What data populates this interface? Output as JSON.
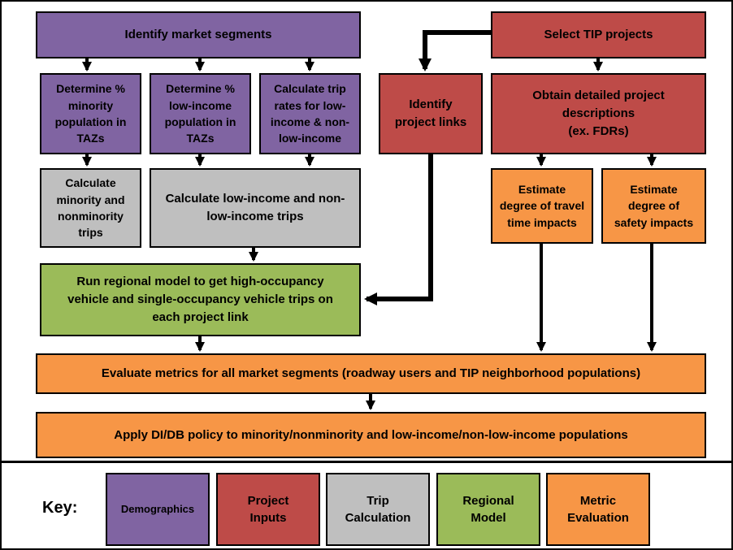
{
  "colors": {
    "demographics_purple": "#8064A2",
    "project_inputs_red": "#BE4B48",
    "trip_calculation_gray": "#BFBFBF",
    "regional_model_green": "#9BBB59",
    "metric_evaluation_orange": "#F79646",
    "line": "#000000",
    "background": "#FFFFFF"
  },
  "boxes": {
    "identify_market_segments": "Identify market segments",
    "select_tip_projects": "Select TIP projects",
    "determine_minority": "Determine %\nminority\npopulation in\nTAZs",
    "determine_low_income": "Determine %\nlow-income\npopulation in\nTAZs",
    "calculate_trip_rates": "Calculate trip\nrates for low-\nincome & non-\nlow-income",
    "identify_project_links": "Identify\nproject links",
    "obtain_descriptions": "Obtain detailed project\ndescriptions\n(ex. FDRs)",
    "calculate_minority_trips": "Calculate\nminority and\nnonminority\ntrips",
    "calculate_low_income_trips": "Calculate low-income and non-\nlow-income trips",
    "estimate_travel_time": "Estimate\ndegree of travel\ntime impacts",
    "estimate_safety": "Estimate\ndegree of\nsafety impacts",
    "run_regional_model": "Run regional model to get high-occupancy\nvehicle and single-occupancy vehicle trips on\neach project link",
    "evaluate_metrics": "Evaluate metrics for all market segments (roadway users and TIP neighborhood populations)",
    "apply_didb": "Apply DI/DB policy to minority/nonminority and low-income/non-low-income populations"
  },
  "edges": [
    {
      "from": "identify-market-segments",
      "to": "determine-minority"
    },
    {
      "from": "identify-market-segments",
      "to": "determine-low-income"
    },
    {
      "from": "identify-market-segments",
      "to": "calculate-trip-rates"
    },
    {
      "from": "select-tip-projects",
      "to": "identify-project-links"
    },
    {
      "from": "select-tip-projects",
      "to": "obtain-project-descriptions"
    },
    {
      "from": "determine-minority",
      "to": "calculate-minority-trips"
    },
    {
      "from": "determine-low-income",
      "to": "calculate-low-income-trips"
    },
    {
      "from": "calculate-trip-rates",
      "to": "calculate-low-income-trips"
    },
    {
      "from": "obtain-project-descriptions",
      "to": "estimate-travel-time-impacts"
    },
    {
      "from": "obtain-project-descriptions",
      "to": "estimate-safety-impacts"
    },
    {
      "from": "identify-project-links",
      "to": "run-regional-model"
    },
    {
      "from": "calculate-low-income-trips",
      "to": "run-regional-model"
    },
    {
      "from": "run-regional-model",
      "to": "evaluate-metrics"
    },
    {
      "from": "estimate-travel-time-impacts",
      "to": "evaluate-metrics"
    },
    {
      "from": "estimate-safety-impacts",
      "to": "evaluate-metrics"
    },
    {
      "from": "evaluate-metrics",
      "to": "apply-didb-policy"
    }
  ],
  "key": {
    "label": "Key:",
    "items": [
      {
        "label": "Demographics",
        "color": "#8064A2"
      },
      {
        "label": "Project\nInputs",
        "color": "#BE4B48"
      },
      {
        "label": "Trip\nCalculation",
        "color": "#BFBFBF"
      },
      {
        "label": "Regional\nModel",
        "color": "#9BBB59"
      },
      {
        "label": "Metric\nEvaluation",
        "color": "#F79646"
      }
    ]
  }
}
